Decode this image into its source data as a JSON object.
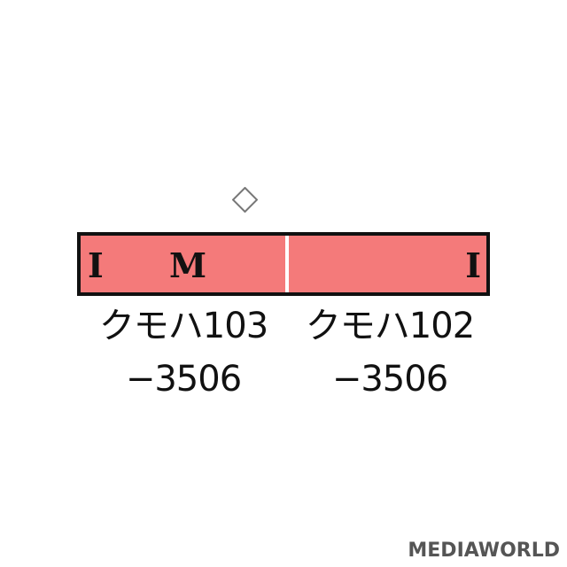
{
  "formation": {
    "marker_symbol": "◇",
    "cars": [
      {
        "left_mark": "I",
        "center_mark": "M",
        "name_line1": "クモハ103",
        "name_line2": "−3506"
      },
      {
        "right_mark": "I",
        "name_line1": "クモハ102",
        "name_line2": "−3506"
      }
    ],
    "car_fill_color": "#f47a7a",
    "outline_color": "#111111"
  },
  "watermark": {
    "text": "MEDIAWORLD"
  }
}
